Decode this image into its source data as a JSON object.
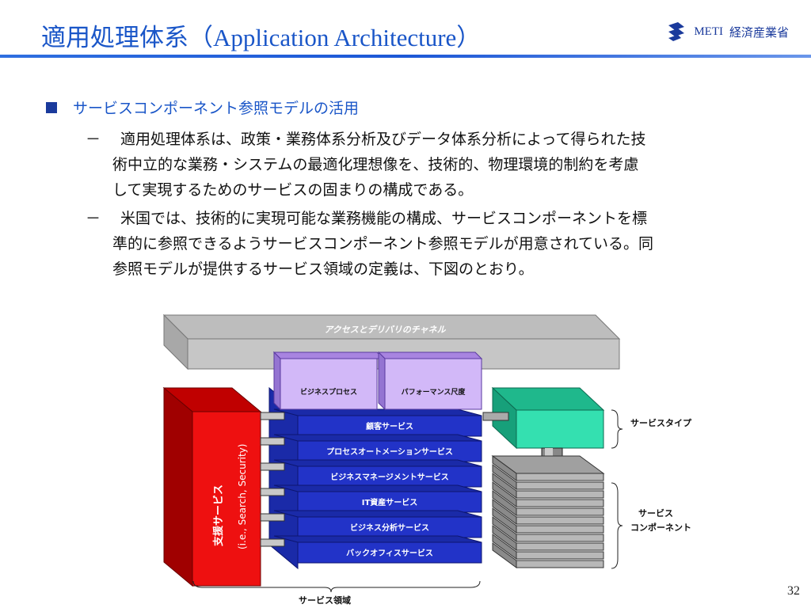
{
  "header": {
    "title_jp": "適用処理体系",
    "title_en": "（Application Architecture）",
    "brand_en": "METI",
    "brand_jp": "経済産業省"
  },
  "heading": "サービスコンポーネント参照モデルの活用",
  "bullets": [
    {
      "dash": "－",
      "lines": [
        "適用処理体系は、政策・業務体系分析及びデータ体系分析によって得られた技",
        "術中立的な業務・システムの最適化理想像を、技術的、物理環境的制約を考慮",
        "して実現するためのサービスの固まりの構成である。"
      ]
    },
    {
      "dash": "－",
      "lines": [
        "米国では、技術的に実現可能な業務機能の構成、サービスコンポーネントを標",
        "準的に参照できるようサービスコンポーネント参照モデルが用意されている。同",
        "参照モデルが提供するサービス領域の定義は、下図のとおり。"
      ]
    }
  ],
  "diagram": {
    "channel": "アクセスとデリバリのチャネル",
    "top_boxes": [
      "ビジネスプロセス",
      "パフォーマンス尺度"
    ],
    "layers": [
      "顧客サービス",
      "プロセスオートメーションサービス",
      "ビジネスマネージメントサービス",
      "IT資産サービス",
      "ビジネス分析サービス",
      "バックオフィスサービス"
    ],
    "support_jp": "支援サービス",
    "support_en": "(i.e., Search, Security)",
    "service_type": "サービスタイプ",
    "service_component_1": "サービス",
    "service_component_2": "コンポーネント",
    "service_domain": "サービス領域"
  },
  "colors": {
    "title": "#1a56c8",
    "layer": "#2233c8",
    "support": "#e01010",
    "top_box": "#c9a8f5",
    "service_type": "#33d6a8"
  },
  "page_number": "32"
}
